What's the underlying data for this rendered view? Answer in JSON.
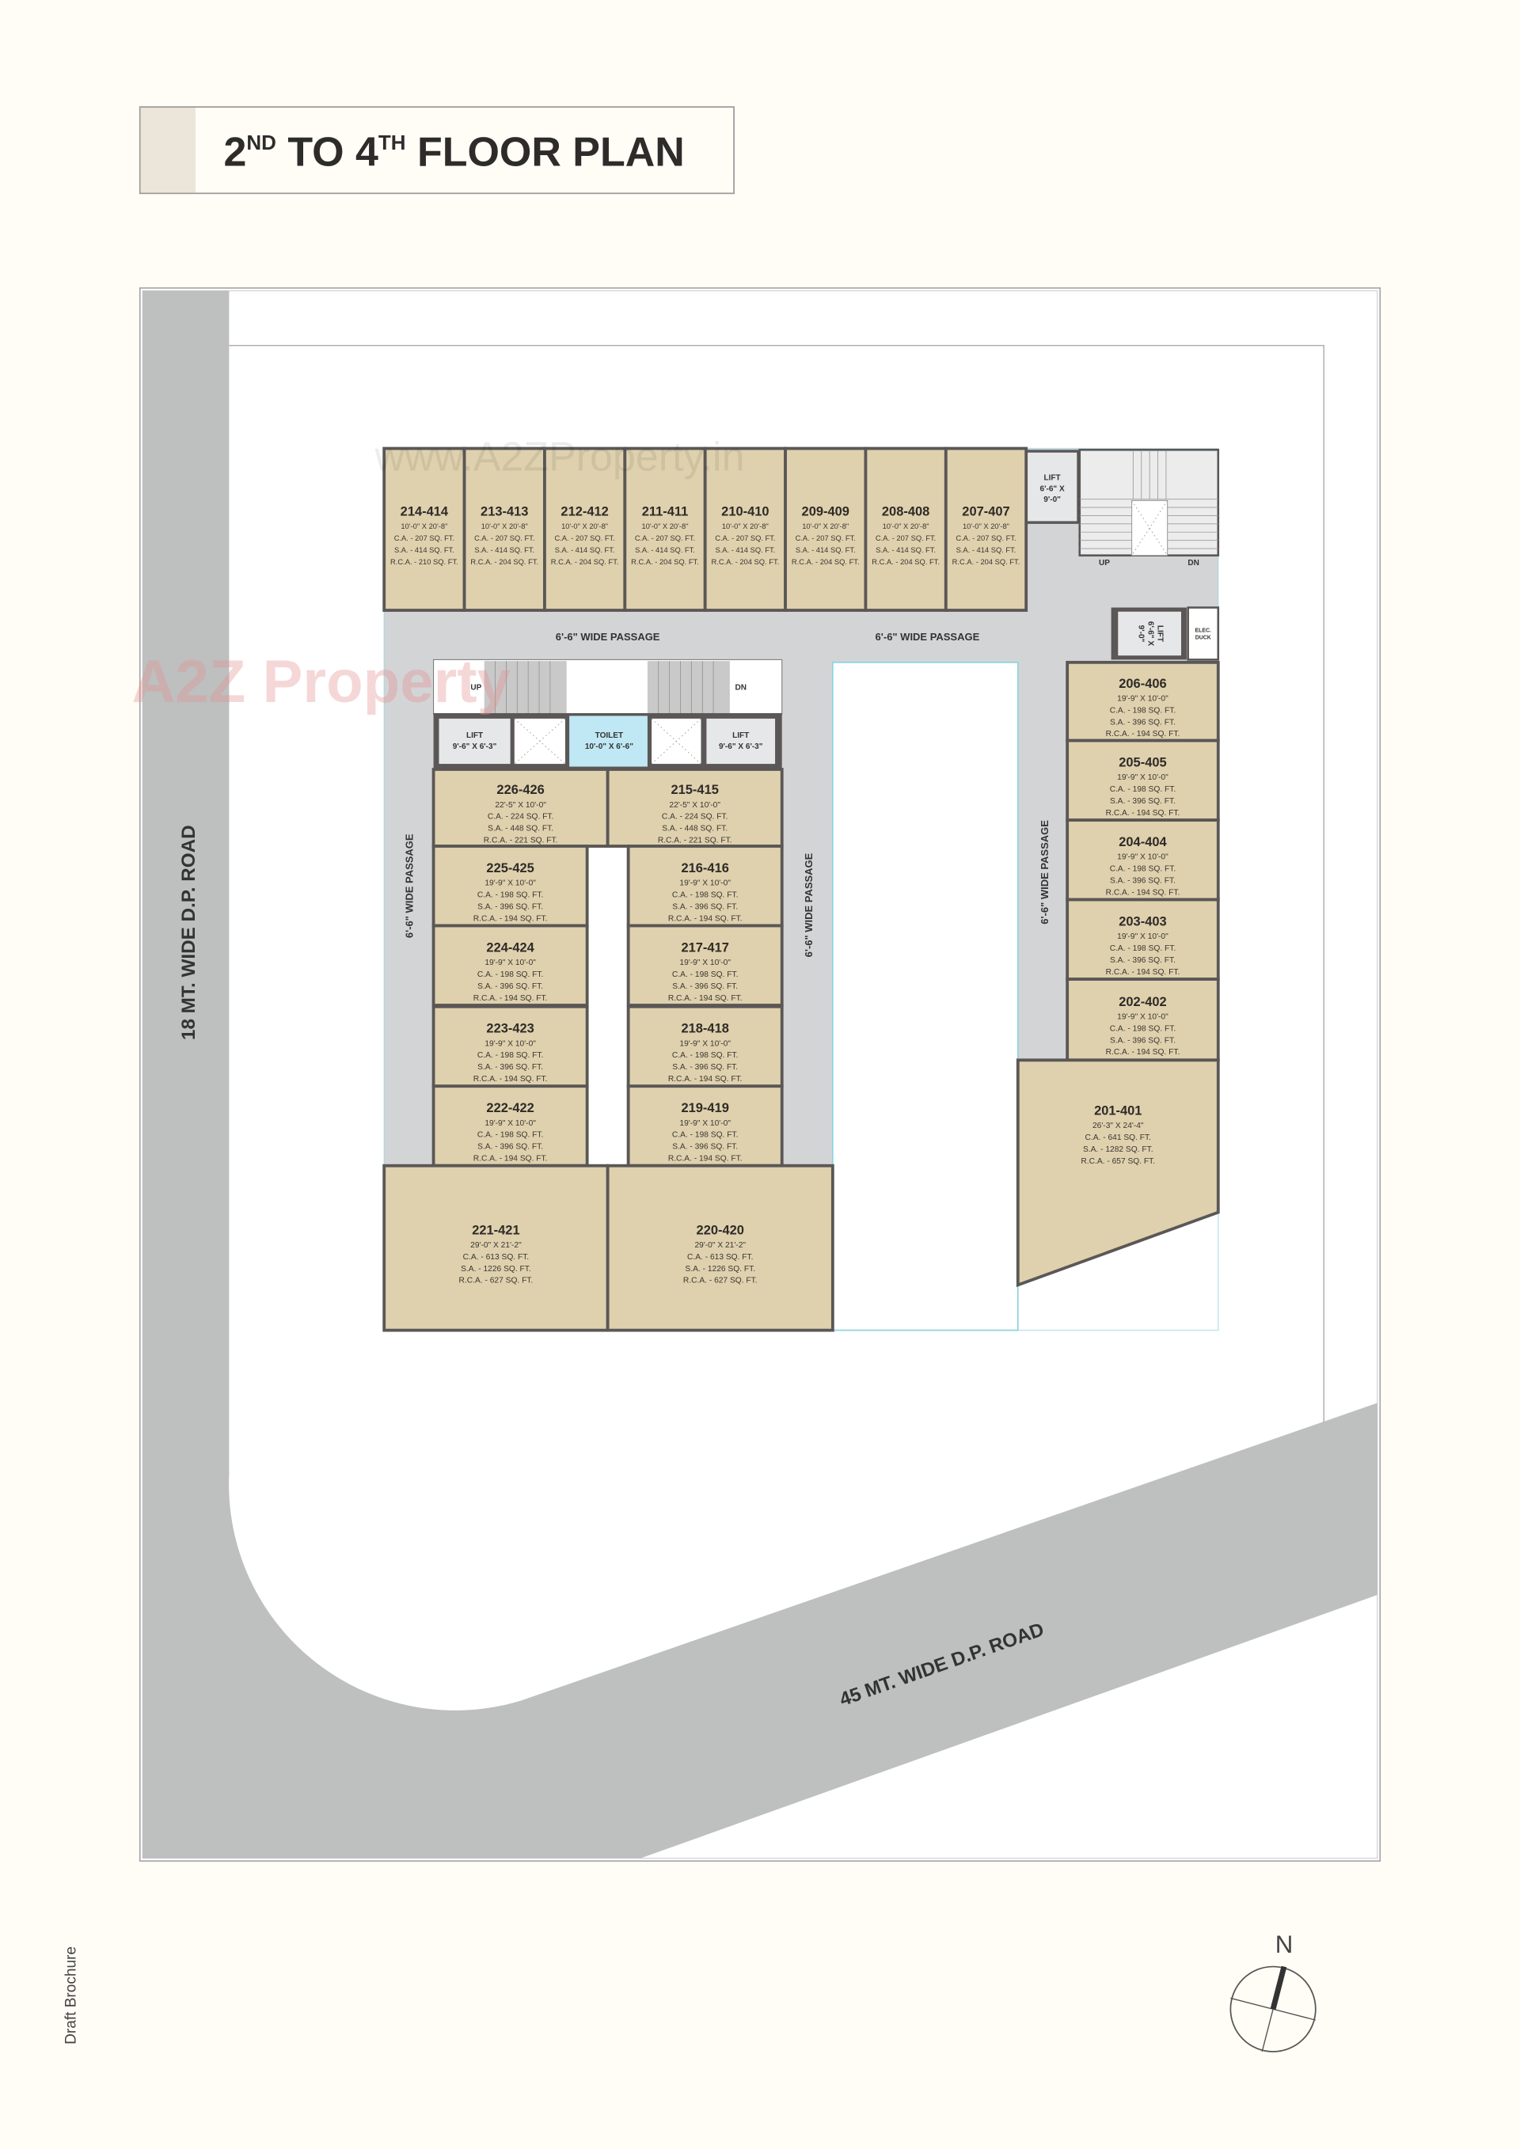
{
  "title": {
    "main": "2",
    "sup1": "ND",
    "mid": " TO 4",
    "sup2": "TH",
    "rest": " FLOOR PLAN"
  },
  "watermarks": {
    "url": "www.A2ZProperty.in",
    "logo": "A2Z Property"
  },
  "roads": {
    "left": "18 MT. WIDE D.P. ROAD",
    "bottom": "45 MT. WIDE D.P. ROAD"
  },
  "passages": {
    "label": "6'-6\" WIDE PASSAGE"
  },
  "core": {
    "lift_top": [
      "LIFT",
      "6'-6\" X",
      "9'-0\""
    ],
    "lift_side": [
      "LIFT",
      "6'-6\" X",
      "9'-0\""
    ],
    "elec_duct": [
      "ELEC.",
      "DUCK"
    ],
    "stair_up": "UP",
    "stair_dn": "DN",
    "lift_left": [
      "LIFT",
      "9'-6\" X 6'-3\""
    ],
    "lift_right": [
      "LIFT",
      "9'-6\" X 6'-3\""
    ],
    "toilet": [
      "TOILET",
      "10'-0\" X 6'-6\""
    ]
  },
  "units": [
    {
      "id": "214-414",
      "dims": "10'-0\" X 20'-8\"",
      "ca": "C.A. - 207 SQ. FT.",
      "sa": "S.A. - 414 SQ. FT.",
      "rca": "R.C.A. - 210 SQ. FT."
    },
    {
      "id": "213-413",
      "dims": "10'-0\" X 20'-8\"",
      "ca": "C.A. - 207 SQ. FT.",
      "sa": "S.A. - 414 SQ. FT.",
      "rca": "R.C.A. - 204 SQ. FT."
    },
    {
      "id": "212-412",
      "dims": "10'-0\" X 20'-8\"",
      "ca": "C.A. - 207 SQ. FT.",
      "sa": "S.A. - 414 SQ. FT.",
      "rca": "R.C.A. - 204 SQ. FT."
    },
    {
      "id": "211-411",
      "dims": "10'-0\" X 20'-8\"",
      "ca": "C.A. - 207 SQ. FT.",
      "sa": "S.A. - 414 SQ. FT.",
      "rca": "R.C.A. - 204 SQ. FT."
    },
    {
      "id": "210-410",
      "dims": "10'-0\" X 20'-8\"",
      "ca": "C.A. - 207 SQ. FT.",
      "sa": "S.A. - 414 SQ. FT.",
      "rca": "R.C.A. - 204 SQ. FT."
    },
    {
      "id": "209-409",
      "dims": "10'-0\" X 20'-8\"",
      "ca": "C.A. - 207 SQ. FT.",
      "sa": "S.A. - 414 SQ. FT.",
      "rca": "R.C.A. - 204 SQ. FT."
    },
    {
      "id": "208-408",
      "dims": "10'-0\" X 20'-8\"",
      "ca": "C.A. - 207 SQ. FT.",
      "sa": "S.A. - 414 SQ. FT.",
      "rca": "R.C.A. - 204 SQ. FT."
    },
    {
      "id": "207-407",
      "dims": "10'-0\" X 20'-8\"",
      "ca": "C.A. - 207 SQ. FT.",
      "sa": "S.A. - 414 SQ. FT.",
      "rca": "R.C.A. - 204 SQ. FT."
    },
    {
      "id": "226-426",
      "dims": "22'-5\" X 10'-0\"",
      "ca": "C.A. - 224 SQ. FT.",
      "sa": "S.A. - 448 SQ. FT.",
      "rca": "R.C.A. - 221 SQ. FT."
    },
    {
      "id": "215-415",
      "dims": "22'-5\" X 10'-0\"",
      "ca": "C.A. - 224 SQ. FT.",
      "sa": "S.A. - 448 SQ. FT.",
      "rca": "R.C.A. - 221 SQ. FT."
    },
    {
      "id": "225-425",
      "dims": "19'-9\" X 10'-0\"",
      "ca": "C.A. - 198 SQ. FT.",
      "sa": "S.A. - 396 SQ. FT.",
      "rca": "R.C.A. - 194 SQ. FT."
    },
    {
      "id": "224-424",
      "dims": "19'-9\" X 10'-0\"",
      "ca": "C.A. - 198 SQ. FT.",
      "sa": "S.A. - 396 SQ. FT.",
      "rca": "R.C.A. - 194 SQ. FT."
    },
    {
      "id": "223-423",
      "dims": "19'-9\" X 10'-0\"",
      "ca": "C.A. - 198 SQ. FT.",
      "sa": "S.A. - 396 SQ. FT.",
      "rca": "R.C.A. - 194 SQ. FT."
    },
    {
      "id": "222-422",
      "dims": "19'-9\" X 10'-0\"",
      "ca": "C.A. - 198 SQ. FT.",
      "sa": "S.A. - 396 SQ. FT.",
      "rca": "R.C.A. - 194 SQ. FT."
    },
    {
      "id": "216-416",
      "dims": "19'-9\" X 10'-0\"",
      "ca": "C.A. - 198 SQ. FT.",
      "sa": "S.A. - 396 SQ. FT.",
      "rca": "R.C.A. - 194 SQ. FT."
    },
    {
      "id": "217-417",
      "dims": "19'-9\" X 10'-0\"",
      "ca": "C.A. - 198 SQ. FT.",
      "sa": "S.A. - 396 SQ. FT.",
      "rca": "R.C.A. - 194 SQ. FT."
    },
    {
      "id": "218-418",
      "dims": "19'-9\" X 10'-0\"",
      "ca": "C.A. - 198 SQ. FT.",
      "sa": "S.A. - 396 SQ. FT.",
      "rca": "R.C.A. - 194 SQ. FT."
    },
    {
      "id": "219-419",
      "dims": "19'-9\" X 10'-0\"",
      "ca": "C.A. - 198 SQ. FT.",
      "sa": "S.A. - 396 SQ. FT.",
      "rca": "R.C.A. - 194 SQ. FT."
    },
    {
      "id": "221-421",
      "dims": "29'-0\" X 21'-2\"",
      "ca": "C.A. - 613 SQ. FT.",
      "sa": "S.A. - 1226 SQ. FT.",
      "rca": "R.C.A. - 627 SQ. FT."
    },
    {
      "id": "220-420",
      "dims": "29'-0\" X 21'-2\"",
      "ca": "C.A. - 613 SQ. FT.",
      "sa": "S.A. - 1226 SQ. FT.",
      "rca": "R.C.A. - 627 SQ. FT."
    },
    {
      "id": "206-406",
      "dims": "19'-9\" X 10'-0\"",
      "ca": "C.A. - 198 SQ. FT.",
      "sa": "S.A. - 396 SQ. FT.",
      "rca": "R.C.A. - 194 SQ. FT."
    },
    {
      "id": "205-405",
      "dims": "19'-9\" X 10'-0\"",
      "ca": "C.A. - 198 SQ. FT.",
      "sa": "S.A. - 396 SQ. FT.",
      "rca": "R.C.A. - 194 SQ. FT."
    },
    {
      "id": "204-404",
      "dims": "19'-9\" X 10'-0\"",
      "ca": "C.A. - 198 SQ. FT.",
      "sa": "S.A. - 396 SQ. FT.",
      "rca": "R.C.A. - 194 SQ. FT."
    },
    {
      "id": "203-403",
      "dims": "19'-9\" X 10'-0\"",
      "ca": "C.A. - 198 SQ. FT.",
      "sa": "S.A. - 396 SQ. FT.",
      "rca": "R.C.A. - 194 SQ. FT."
    },
    {
      "id": "202-402",
      "dims": "19'-9\" X 10'-0\"",
      "ca": "C.A. - 198 SQ. FT.",
      "sa": "S.A. - 396 SQ. FT.",
      "rca": "R.C.A. - 194 SQ. FT."
    },
    {
      "id": "201-401",
      "dims": "26'-3\" X 24'-4\"",
      "ca": "C.A. - 641 SQ. FT.",
      "sa": "S.A. - 1282 SQ. FT.",
      "rca": "R.C.A. - 657 SQ. FT."
    }
  ],
  "footer": {
    "draft": "Draft Brochure",
    "north": "N"
  },
  "colors": {
    "unit": "#dfd1ad",
    "wall": "#5a5756",
    "passage": "#d3d4d6",
    "road": "#bebfbf",
    "toilet": "#bfe8f4",
    "background": "#fffdf6"
  }
}
